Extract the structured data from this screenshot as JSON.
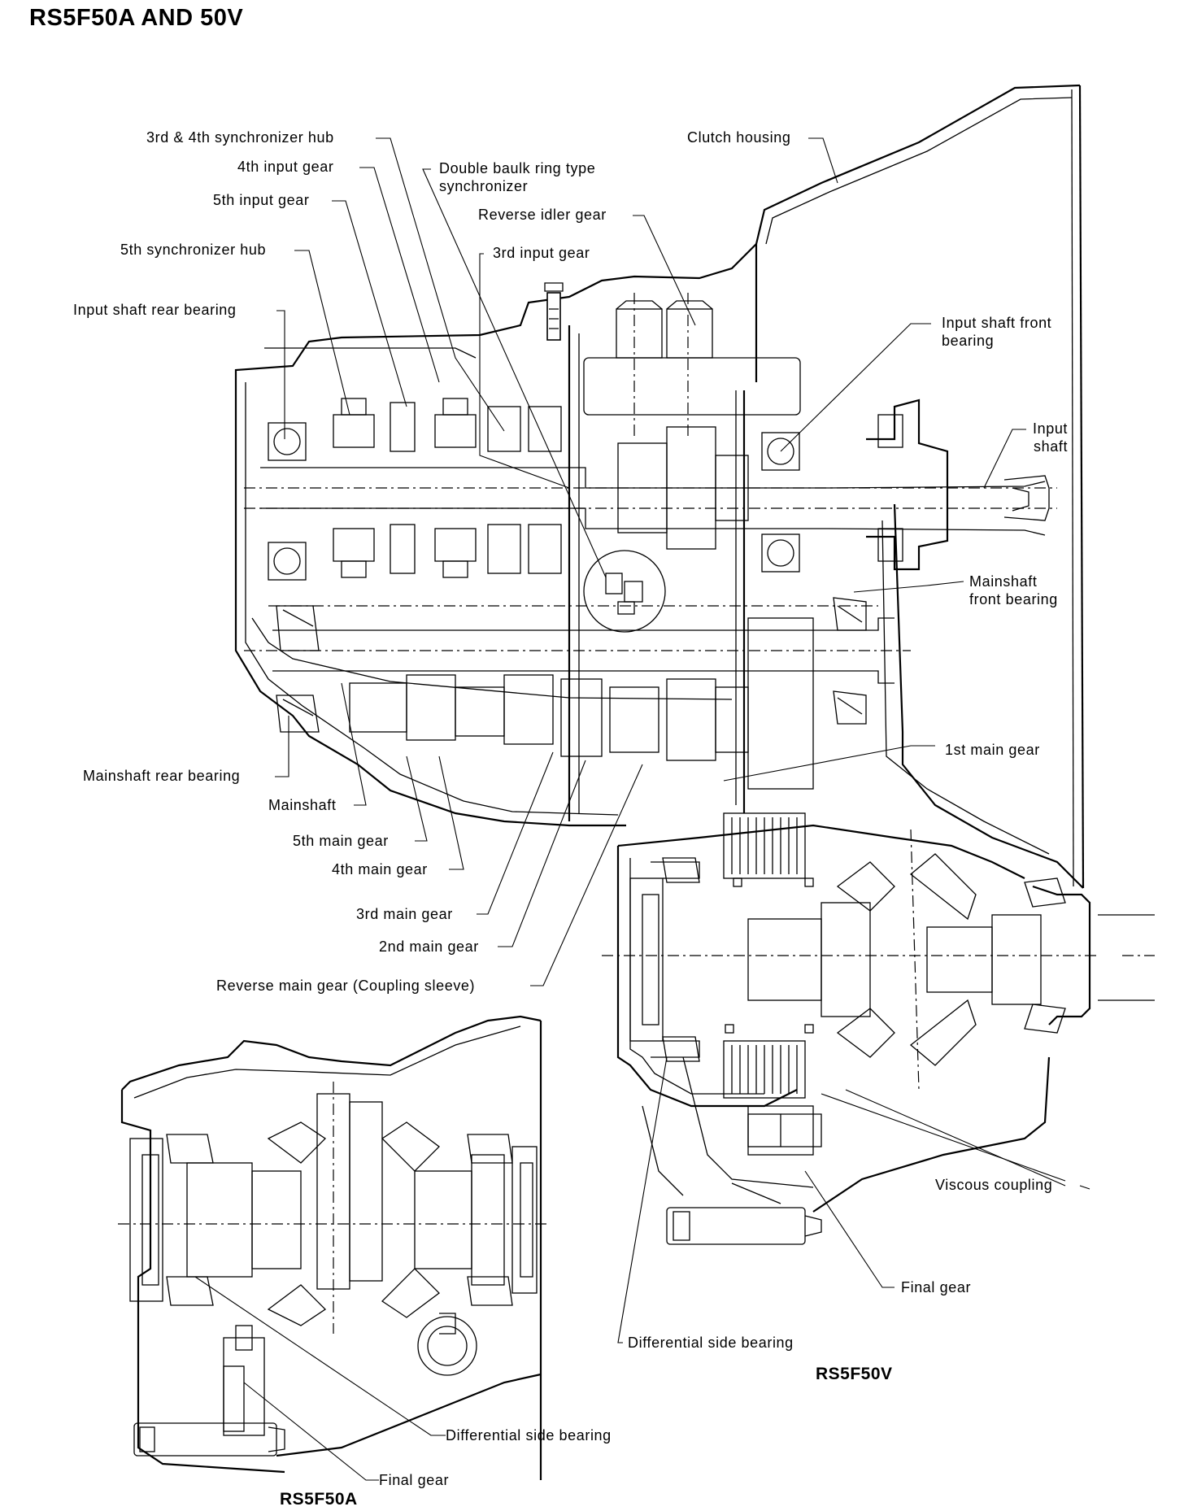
{
  "title": "RS5F50A AND 50V",
  "labels": {
    "sync_hub_34": "3rd & 4th synchronizer hub",
    "input_gear_4th": "4th input gear",
    "input_gear_5th": "5th input gear",
    "sync_hub_5th": "5th synchronizer hub",
    "input_shaft_rear_bearing": "Input shaft rear bearing",
    "double_baulk": "Double baulk ring type\nsynchronizer",
    "reverse_idler_gear": "Reverse idler gear",
    "input_gear_3rd": "3rd input gear",
    "clutch_housing": "Clutch housing",
    "input_shaft_front_bearing": "Input shaft front\nbearing",
    "input_shaft": "Input\nshaft",
    "mainshaft_front_bearing": "Mainshaft\nfront bearing",
    "main_gear_1st": "1st main gear",
    "mainshaft_rear_bearing": "Mainshaft rear bearing",
    "mainshaft": "Mainshaft",
    "main_gear_5th": "5th main gear",
    "main_gear_4th": "4th main gear",
    "main_gear_3rd": "3rd main gear",
    "main_gear_2nd": "2nd main gear",
    "reverse_main_gear": "Reverse main gear (Coupling sleeve)",
    "viscous_coupling": "Viscous coupling",
    "final_gear_v": "Final gear",
    "diff_side_bearing_v": "Differential side bearing",
    "diff_side_bearing_a": "Differential side bearing",
    "final_gear_a": "Final gear"
  },
  "captions": {
    "rs5f50v": "RS5F50V",
    "rs5f50a": "RS5F50A"
  }
}
